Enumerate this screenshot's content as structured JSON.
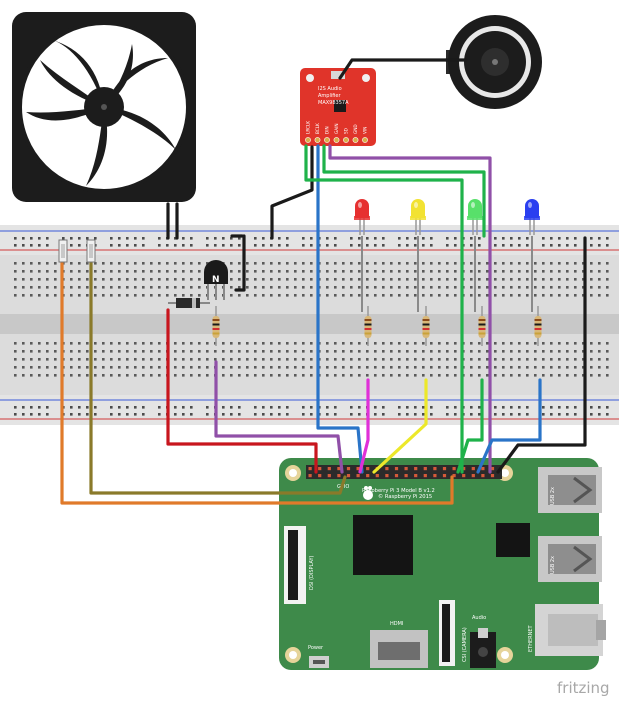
{
  "amplifier": {
    "lines": [
      "I2S Audio",
      "Amplifier",
      "MAX98357A"
    ],
    "pins": [
      "LRCLK",
      "BCLK",
      "DIN",
      "GAIN",
      "SD",
      "GND",
      "VIN"
    ]
  },
  "transistor": {
    "label": "N"
  },
  "pi": {
    "model": "Raspberry Pi 3 Model B v1.2",
    "copyright": "© Raspberry Pi 2015",
    "gpio_label": "GPIO",
    "usb1": "USB 2x",
    "usb2": "USB 2x",
    "display": "DSI (DISPLAY)",
    "camera": "CSI (CAMERA)",
    "hdmi": "HDMI",
    "audio": "Audio",
    "ethernet": "ETHERNET",
    "power": "Power"
  },
  "leds": [
    {
      "color_name": "red",
      "color": "#e63030"
    },
    {
      "color_name": "yellow",
      "color": "#f2e232"
    },
    {
      "color_name": "green",
      "color": "#58e06a"
    },
    {
      "color_name": "blue",
      "color": "#2a3ff0"
    }
  ],
  "wire_colors": {
    "black": "#1a1a1a",
    "red": "#c8161e",
    "blue": "#2a74c8",
    "green": "#1fb24a",
    "purple": "#9050a8",
    "magenta": "#e030d8",
    "yellow": "#ece82a",
    "orange": "#e07a2a",
    "olive": "#8a7a2a"
  },
  "watermark": "fritzing"
}
